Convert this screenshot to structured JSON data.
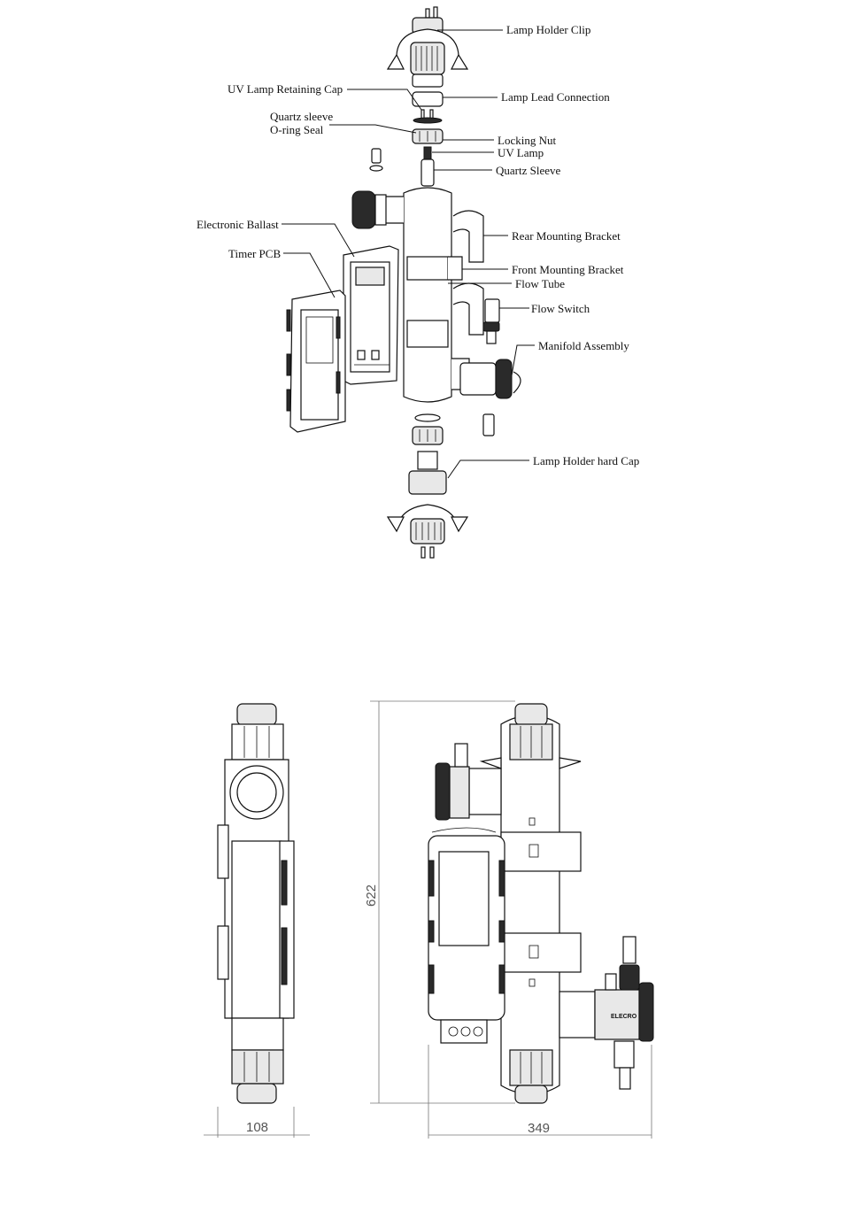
{
  "exploded_view": {
    "labels": {
      "lamp_holder_clip": "Lamp Holder Clip",
      "uv_lamp_retaining_cap": "UV Lamp Retaining Cap",
      "lamp_lead_connection": "Lamp Lead Connection",
      "quartz_sleeve_oring_line1": "Quartz sleeve",
      "quartz_sleeve_oring_line2": "O-ring Seal",
      "locking_nut": "Locking Nut",
      "uv_lamp": "UV Lamp",
      "quartz_sleeve": "Quartz Sleeve",
      "electronic_ballast": "Electronic Ballast",
      "rear_mounting_bracket": "Rear Mounting Bracket",
      "timer_pcb": "Timer PCB",
      "front_mounting_bracket": "Front Mounting Bracket",
      "flow_tube": "Flow Tube",
      "flow_switch": "Flow Switch",
      "manifold_assembly": "Manifold Assembly",
      "lamp_holder_hard_cap": "Lamp Holder hard Cap"
    }
  },
  "dimension_views": {
    "side_width": "108",
    "front_width": "349",
    "height": "622",
    "brand_mark": "ELECRO"
  }
}
